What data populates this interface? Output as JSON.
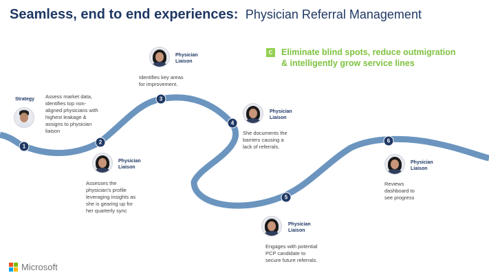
{
  "header": {
    "title_bold": "Seamless, end to end experiences:",
    "title_light": "Physician Referral Management"
  },
  "callout": {
    "badge": "C",
    "line1": "Eliminate blind spots, reduce outmigration",
    "line2": "& intelligently grow service lines"
  },
  "steps": [
    {
      "number": "1",
      "role": "Strategy",
      "lines": [
        "Assess market data,",
        "identifies top non-",
        "aligned physicians with",
        "highest leakage &",
        "assigns to physician",
        "liaison"
      ]
    },
    {
      "number": "2",
      "role_lines": [
        "Physician",
        "Liaison"
      ],
      "lines": [
        "Assesses  the",
        "physician's profile",
        "leveraging insights as",
        "she is gearing up for",
        "her quarterly sync"
      ]
    },
    {
      "number": "3",
      "role_lines": [
        "Physician",
        "Liaison"
      ],
      "lines": [
        "Identifies key areas",
        "for improvement."
      ]
    },
    {
      "number": "4",
      "role_lines": [
        "Physician",
        "Liaison"
      ],
      "lines": [
        "She documents the",
        "barriers  causing a",
        "lack of referrals."
      ]
    },
    {
      "number": "5",
      "role_lines": [
        "Physician",
        "Liaison"
      ],
      "lines": [
        "Engages with potential",
        "PCP candidate to",
        "secure future referrals."
      ]
    },
    {
      "number": "6",
      "role_lines": [
        "Physician",
        "Liaison"
      ],
      "lines": [
        "Reviews",
        "dashboard to",
        "see progress"
      ]
    }
  ],
  "footer": {
    "brand": "Microsoft"
  },
  "colors": {
    "path": "#6b95bf",
    "marker": "#1f3864",
    "callout": "#7fc241",
    "ms_red": "#f25022",
    "ms_green": "#7fba00",
    "ms_blue": "#00a4ef",
    "ms_yellow": "#ffb900"
  }
}
